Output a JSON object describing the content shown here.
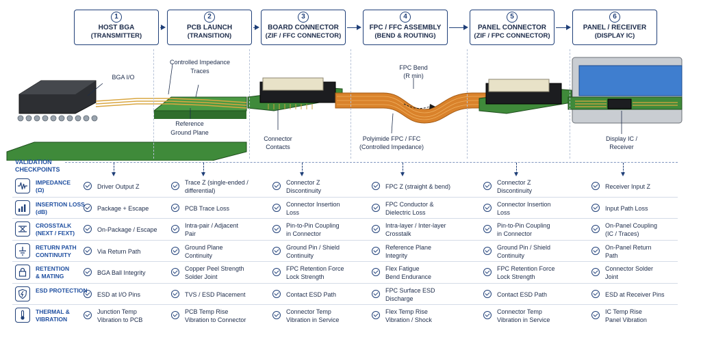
{
  "stages": [
    {
      "num": "1",
      "title": "HOST BGA",
      "sub": "(TRANSMITTER)"
    },
    {
      "num": "2",
      "title": "PCB LAUNCH",
      "sub": "(TRANSITION)"
    },
    {
      "num": "3",
      "title": "BOARD CONNECTOR",
      "sub": "(ZIF / FFC CONNECTOR)"
    },
    {
      "num": "4",
      "title": "FPC / FFC ASSEMBLY",
      "sub": "(BEND & ROUTING)"
    },
    {
      "num": "5",
      "title": "PANEL CONNECTOR",
      "sub": "(ZIF / FPC CONNECTOR)"
    },
    {
      "num": "6",
      "title": "PANEL / RECEIVER",
      "sub": "(DISPLAY IC)"
    }
  ],
  "labels": {
    "bga_io": "BGA I/O",
    "controlled_impedance_1": "Controlled Impedance",
    "controlled_impedance_2": "Traces",
    "ref_ground_1": "Reference",
    "ref_ground_2": "Ground Plane",
    "connector_contacts_1": "Connector",
    "connector_contacts_2": "Contacts",
    "fpc_bend_1": "FPC Bend",
    "fpc_bend_2": "(R min)",
    "polyimide_1": "Polyimide FPC / FFC",
    "polyimide_2": "(Controlled Impedance)",
    "display_ic_1": "Display IC /",
    "display_ic_2": "Receiver"
  },
  "validation": {
    "title_1": "VALIDATION",
    "title_2": "CHECKPOINTS",
    "rows": [
      {
        "l1": "IMPEDANCE",
        "l2": "(Ω)",
        "icon": "waveform-icon",
        "cells": [
          [
            "Driver Output Z"
          ],
          [
            "Trace Z (single-ended /",
            "differential)"
          ],
          [
            "Connector Z",
            "Discontinuity"
          ],
          [
            "FPC Z (straight & bend)"
          ],
          [
            "Connector Z",
            "Discontinuity"
          ],
          [
            "Receiver Input Z"
          ]
        ]
      },
      {
        "l1": "INSERTION LOSS",
        "l2": "(dB)",
        "icon": "bar-meter-icon",
        "cells": [
          [
            "Package + Escape"
          ],
          [
            "PCB Trace Loss"
          ],
          [
            "Connector Insertion",
            "Loss"
          ],
          [
            "FPC Conductor &",
            "Dielectric Loss"
          ],
          [
            "Connector Insertion",
            "Loss"
          ],
          [
            "Input Path Loss"
          ]
        ]
      },
      {
        "l1": "CROSSTALK",
        "l2": "(NEXT / FEXT)",
        "icon": "crosstalk-icon",
        "cells": [
          [
            "On-Package / Escape"
          ],
          [
            "Intra-pair / Adjacent",
            "Pair"
          ],
          [
            "Pin-to-Pin Coupling",
            "in Connector"
          ],
          [
            "Intra-layer / Inter-layer",
            "Crosstalk"
          ],
          [
            "Pin-to-Pin Coupling",
            "in Connector"
          ],
          [
            "On-Panel Coupling",
            "(IC / Traces)"
          ]
        ]
      },
      {
        "l1": "RETURN PATH",
        "l2": "CONTINUITY",
        "icon": "ground-icon",
        "cells": [
          [
            "Via Return Path"
          ],
          [
            "Ground Plane",
            "Continuity"
          ],
          [
            "Ground Pin / Shield",
            "Continuity"
          ],
          [
            "Reference Plane",
            "Integrity"
          ],
          [
            "Ground Pin / Shield",
            "Continuity"
          ],
          [
            "On-Panel Return",
            "Path"
          ]
        ]
      },
      {
        "l1": "RETENTION",
        "l2": "& MATING",
        "icon": "lock-icon",
        "cells": [
          [
            "BGA Ball Integrity"
          ],
          [
            "Copper Peel Strength",
            "Solder Joint"
          ],
          [
            "FPC Retention Force",
            "Lock Strength"
          ],
          [
            "Flex Fatigue",
            "Bend Endurance"
          ],
          [
            "FPC Retention Force",
            "Lock Strength"
          ],
          [
            "Connector Solder",
            "Joint"
          ]
        ]
      },
      {
        "l1": "ESD PROTECTION",
        "l2": "",
        "icon": "esd-shield-icon",
        "cells": [
          [
            "ESD at I/O Pins"
          ],
          [
            "TVS / ESD Placement"
          ],
          [
            "Contact ESD Path"
          ],
          [
            "FPC Surface ESD",
            "Discharge"
          ],
          [
            "Contact ESD Path"
          ],
          [
            "ESD at Receiver Pins"
          ]
        ]
      },
      {
        "l1": "THERMAL &",
        "l2": "VIBRATION",
        "icon": "thermometer-icon",
        "cells": [
          [
            "Junction Temp",
            "Vibration to PCB"
          ],
          [
            "PCB Temp Rise",
            "Vibration to Connector"
          ],
          [
            "Connector Temp",
            "Vibration in Service"
          ],
          [
            "Flex Temp Rise",
            "Vibration / Shock"
          ],
          [
            "Connector Temp",
            "Vibration in Service"
          ],
          [
            "IC Temp Rise",
            "Panel Vibration"
          ]
        ]
      }
    ]
  },
  "colors": {
    "navy": "#1f3f78",
    "accent_blue": "#1f4fa0",
    "pcb_green": "#2e7d32",
    "fpc_orange": "#d9822b"
  }
}
